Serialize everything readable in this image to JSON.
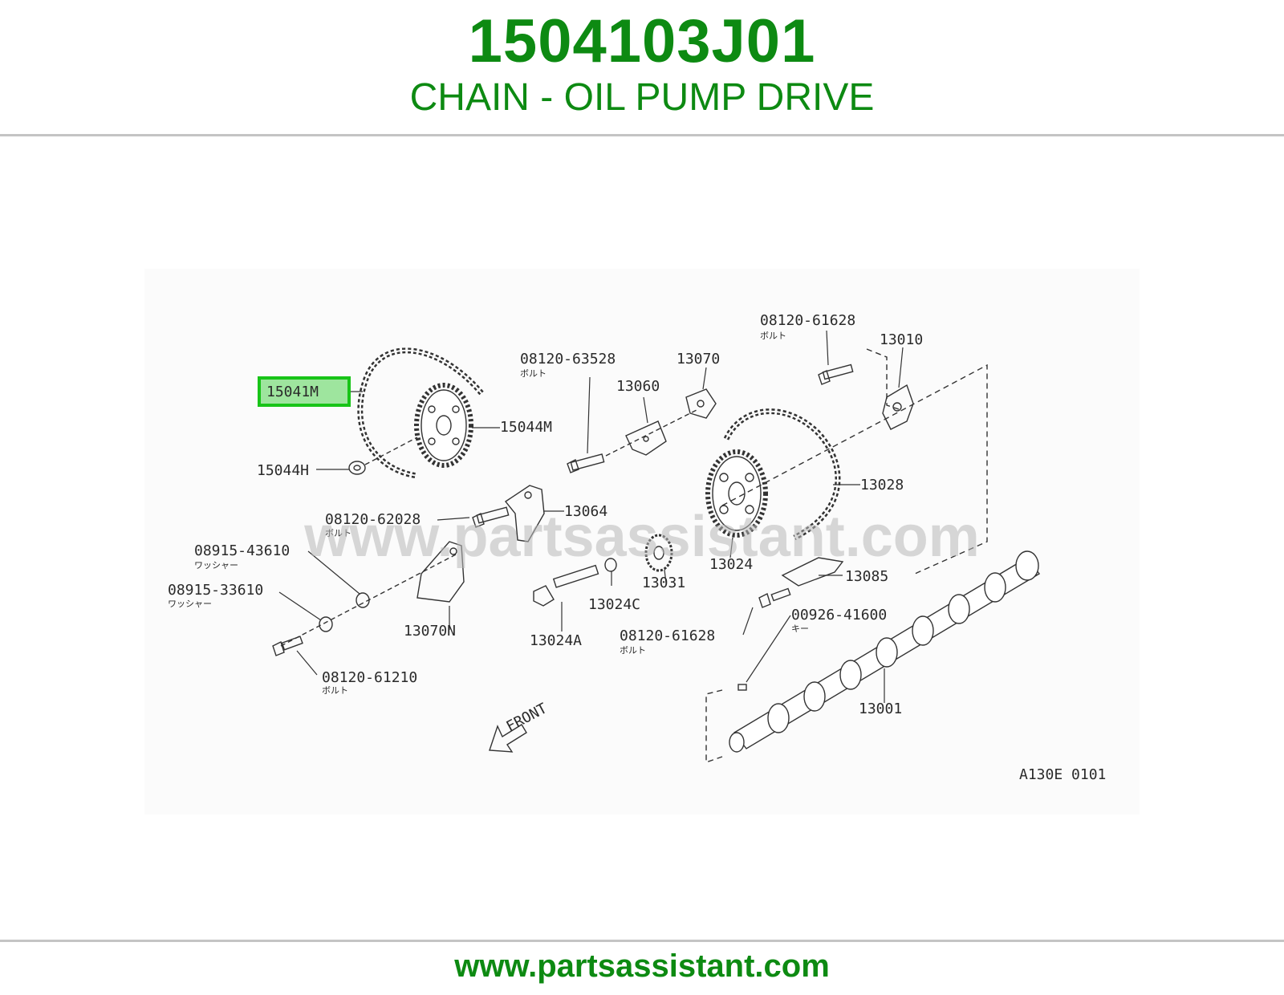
{
  "header": {
    "part_number": "1504103J01",
    "part_title": "CHAIN - OIL PUMP DRIVE"
  },
  "diagram": {
    "highlighted_callout": "15041M",
    "highlight_color": "#18c418",
    "watermark": "www.partsassistant.com",
    "drawing_code": "A130E 0101",
    "front_arrow_label": "FRONT",
    "callouts": {
      "c15041M": "15041M",
      "c15044M": "15044M",
      "c15044H": "15044H",
      "c08120_63528": "08120-63528",
      "c08120_63528_jp": "ボルト",
      "c13070": "13070",
      "c13060": "13060",
      "c08120_61628a": "08120-61628",
      "c08120_61628a_jp": "ボルト",
      "c13010": "13010",
      "c13028": "13028",
      "c13064": "13064",
      "c08120_62028": "08120-62028",
      "c08120_62028_jp": "ボルト",
      "c08915_43610": "08915-43610",
      "c08915_43610_jp": "ワッシャー",
      "c08915_33610": "08915-33610",
      "c08915_33610_jp": "ワッシャー",
      "c13070N": "13070N",
      "c13024": "13024",
      "c13031": "13031",
      "c13024C": "13024C",
      "c13024A": "13024A",
      "c13085": "13085",
      "c08120_61628b": "08120-61628",
      "c08120_61628b_jp": "ボルト",
      "c00926_41600": "00926-41600",
      "c00926_41600_jp": "キー",
      "c08120_61210": "08120-61210",
      "c08120_61210_jp": "ボルト",
      "c13001": "13001"
    }
  },
  "footer": {
    "url": "www.partsassistant.com"
  }
}
